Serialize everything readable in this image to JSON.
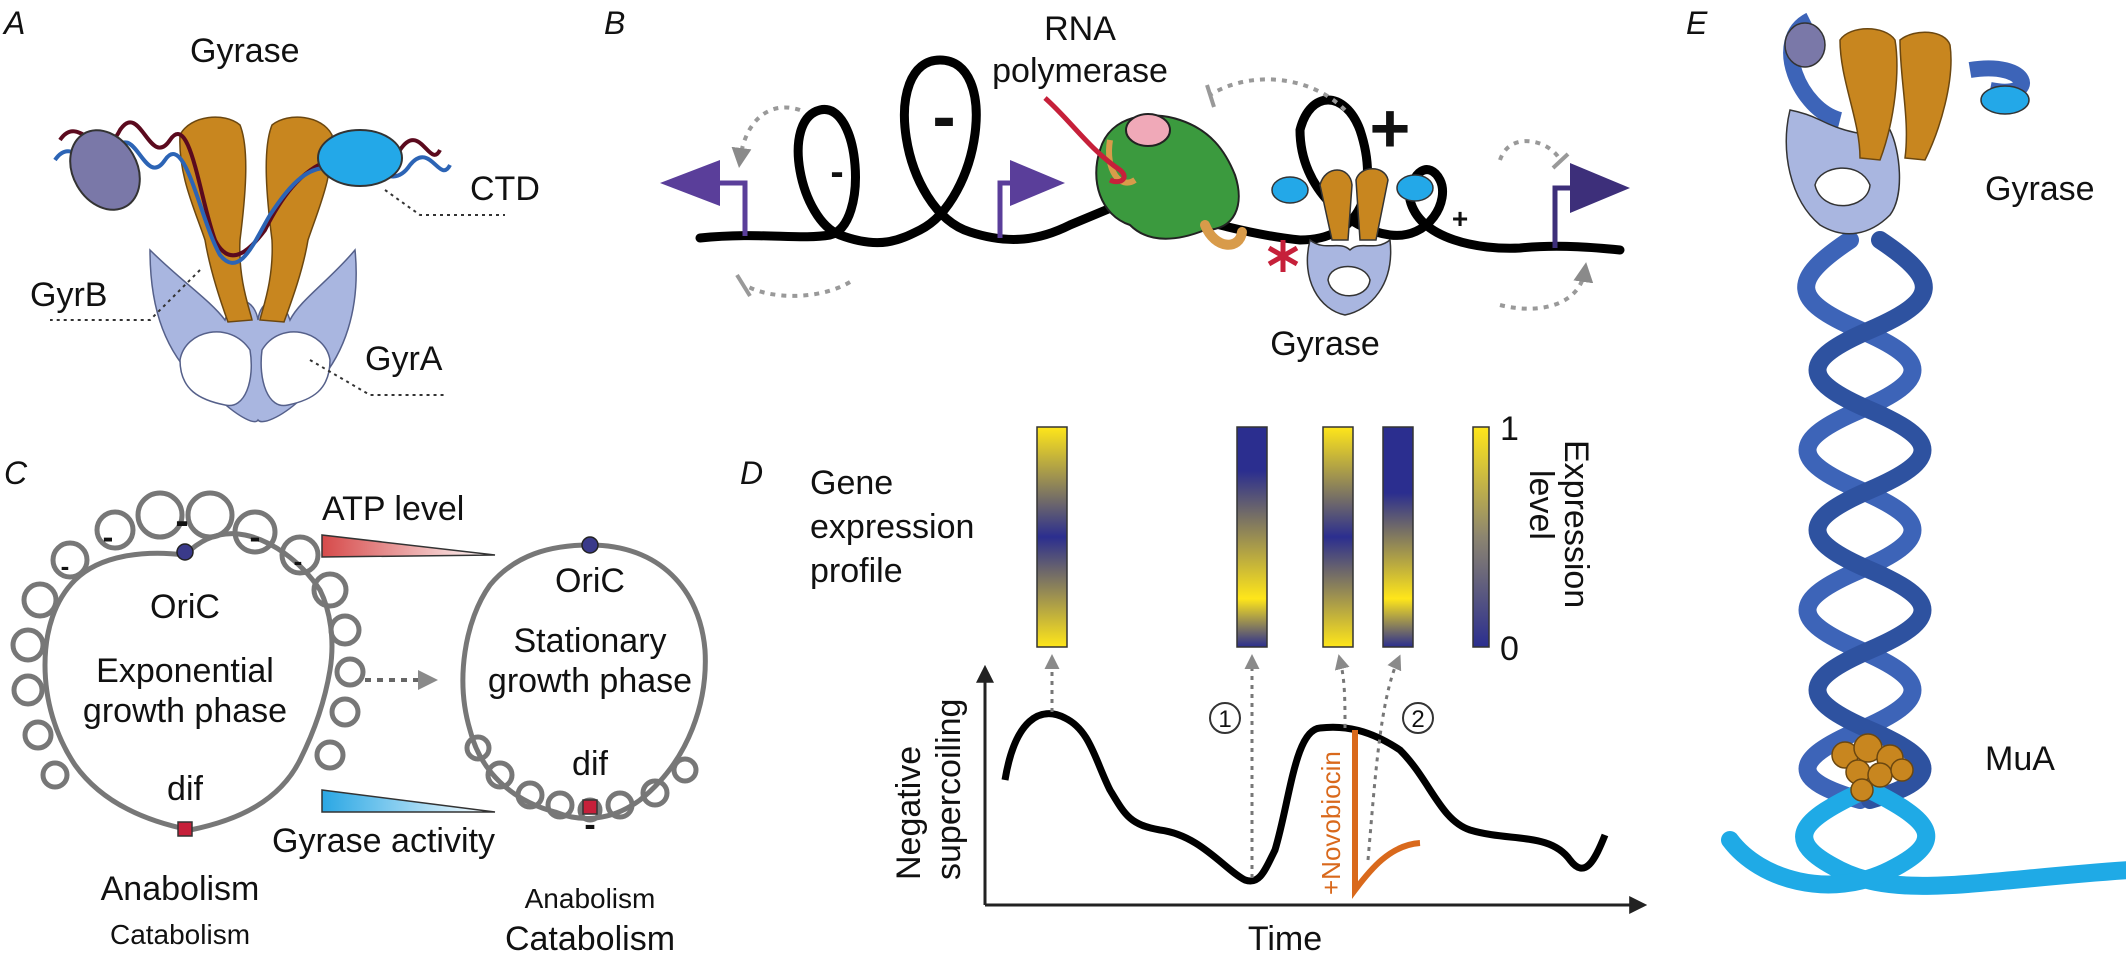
{
  "panels": {
    "a": "A",
    "b": "B",
    "c": "C",
    "d": "D",
    "e": "E"
  },
  "panel_a": {
    "title": "Gyrase",
    "ctd": "CTD",
    "gyrb": "GyrB",
    "gyra": "GyrA"
  },
  "panel_b": {
    "rnap_line1": "RNA",
    "rnap_line2": "polymerase",
    "gyrase": "Gyrase",
    "minus": "-",
    "plus": "+"
  },
  "panel_c": {
    "atp_level": "ATP level",
    "gyrase_activity": "Gyrase activity",
    "oric_left": "OriC",
    "oric_right": "OriC",
    "exp_line1": "Exponential",
    "exp_line2": "growth phase",
    "stat_line1": "Stationary",
    "stat_line2": "growth phase",
    "dif_left": "dif",
    "dif_right": "dif",
    "left_anabolism": "Anabolism",
    "left_catabolism": "Catabolism",
    "right_anabolism": "Anabolism",
    "right_catabolism": "Catabolism",
    "minus": "-"
  },
  "panel_d": {
    "gene_line1": "Gene",
    "gene_line2": "expression",
    "gene_line3": "profile",
    "colorbar_title1": "Expression",
    "colorbar_title2": "level",
    "colorbar_max": "1",
    "colorbar_min": "0",
    "ylabel1": "Negative",
    "ylabel2": "supercoiling",
    "xlabel": "Time",
    "novobiocin": "+Novobiocin",
    "marker1": "1",
    "marker2": "2",
    "colors": {
      "low": "#2b2e8f",
      "high": "#ffe61a",
      "novobiocin": "#d9691c"
    }
  },
  "panel_e": {
    "gyrase": "Gyrase",
    "mua": "MuA"
  },
  "colors": {
    "gyra": "#a9b6e0",
    "gyrb": "#c8861f",
    "ctd": "#23a8e8",
    "dna_dark": "#5b0a1e",
    "dna_blue": "#2c64b5",
    "rnap": "#3b9a3e",
    "helix": "#3d64b8",
    "helix_light": "#1faae6"
  }
}
